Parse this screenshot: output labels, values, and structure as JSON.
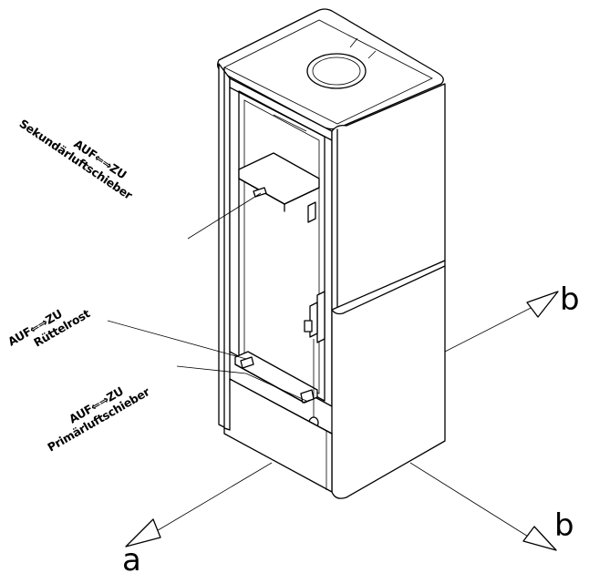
{
  "labels": {
    "secondary_line1": "AUF⇐⇒ZU",
    "secondary_line2": "Sekundärluftschieber",
    "grate_line1": "AUF⇐⇒ZU",
    "grate_line2": "Rüttelrost",
    "primary_line1": "AUF⇐⇒ZU",
    "primary_line2": "Primärluftschieber"
  },
  "axes": {
    "a": "a",
    "b_upper": "b",
    "b_lower": "b"
  }
}
